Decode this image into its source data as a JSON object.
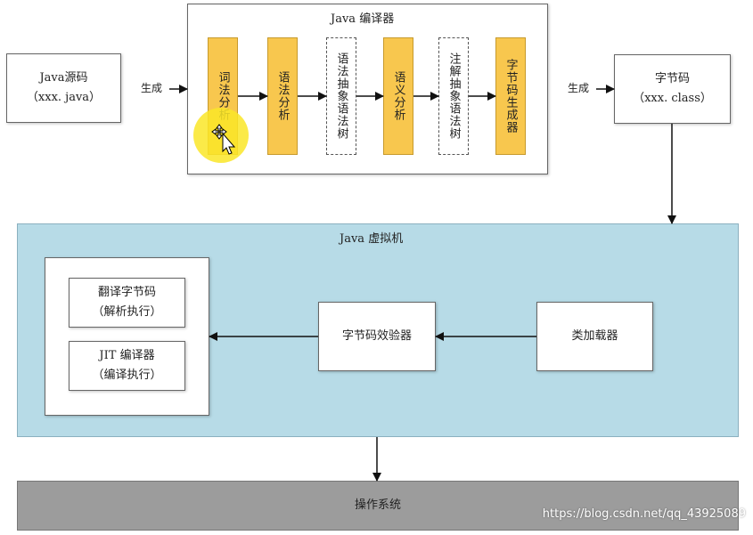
{
  "source": {
    "line1": "Java源码",
    "line2": "（xxx. java）"
  },
  "compiler": {
    "title": "Java 编译器",
    "stages": [
      {
        "label": "词法分析",
        "style": "solid"
      },
      {
        "label": "语法分析",
        "style": "solid"
      },
      {
        "label": "语法抽象语法树",
        "style": "dashed"
      },
      {
        "label": "语义分析",
        "style": "solid"
      },
      {
        "label": "注解抽象语法树",
        "style": "dashed"
      },
      {
        "label": "字节码生成器",
        "style": "solid"
      }
    ]
  },
  "arrows": {
    "generate_left": "生成",
    "generate_right": "生成"
  },
  "bytecode": {
    "line1": "字节码",
    "line2": "（xxx. class）"
  },
  "jvm": {
    "title": "Java 虚拟机",
    "interpret": {
      "line1": "翻译字节码",
      "line2": "（解析执行）"
    },
    "jit": {
      "line1": "JIT 编译器",
      "line2": "（编译执行）"
    },
    "verifier": "字节码效验器",
    "classloader": "类加载器"
  },
  "os": "操作系统",
  "watermark": "https://blog.csdn.net/qq_43925089",
  "colors": {
    "stage_fill": "#f8c74e",
    "jvm_fill": "#b7dbe7",
    "os_fill": "#9c9c9c",
    "highlight": "#fae628"
  },
  "icons": {
    "cursor": "move-cursor-icon"
  }
}
